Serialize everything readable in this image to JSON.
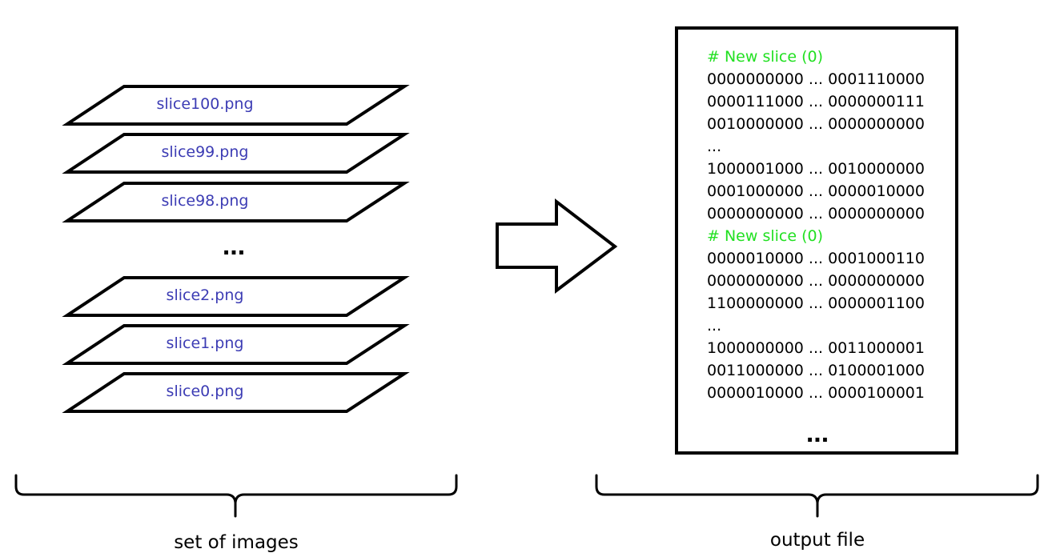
{
  "images": {
    "slices": [
      {
        "label": "slice100.png"
      },
      {
        "label": "slice99.png"
      },
      {
        "label": "slice98.png"
      },
      {
        "label": "slice2.png"
      },
      {
        "label": "slice1.png"
      },
      {
        "label": "slice0.png"
      }
    ],
    "ellipsis": "...",
    "caption": "set of images"
  },
  "output": {
    "lines": [
      {
        "text": "# New slice (0)",
        "kind": "comment"
      },
      {
        "text": "0000000000 ... 0001110000",
        "kind": "data"
      },
      {
        "text": "0000111000 ... 0000000111",
        "kind": "data"
      },
      {
        "text": "0010000000 ... 0000000000",
        "kind": "data"
      },
      {
        "text": "...",
        "kind": "data"
      },
      {
        "text": "1000001000 ... 0010000000",
        "kind": "data"
      },
      {
        "text": "0001000000 ... 0000010000",
        "kind": "data"
      },
      {
        "text": "0000000000 ... 0000000000",
        "kind": "data"
      },
      {
        "text": "# New slice (0)",
        "kind": "comment"
      },
      {
        "text": "0000010000 ... 0001000110",
        "kind": "data"
      },
      {
        "text": "0000000000 ... 0000000000",
        "kind": "data"
      },
      {
        "text": "1100000000 ... 0000001100",
        "kind": "data"
      },
      {
        "text": "...",
        "kind": "data"
      },
      {
        "text": "1000000000 ... 0011000001",
        "kind": "data"
      },
      {
        "text": "0011000000 ... 0100001000",
        "kind": "data"
      },
      {
        "text": "0000010000 ... 0000100001",
        "kind": "data"
      }
    ],
    "ellipsis": "...",
    "caption": "output file"
  },
  "colors": {
    "slice_label": "#3c3cb4",
    "comment": "#22e022",
    "stroke": "#000000"
  }
}
